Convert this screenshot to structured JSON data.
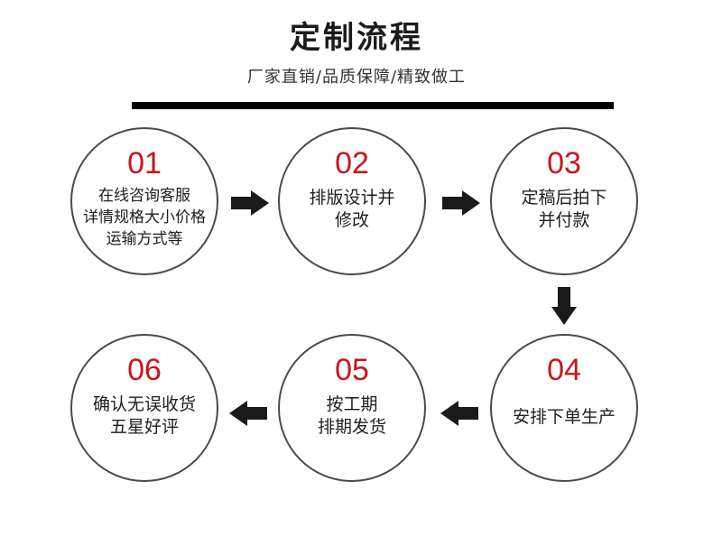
{
  "header": {
    "title": "定制流程",
    "subtitle": "厂家直销/品质保障/精致做工"
  },
  "steps": [
    {
      "number": "01",
      "text": "在线咨询客服\n详情规格大小价格\n运输方式等"
    },
    {
      "number": "02",
      "text": "排版设计并\n修改"
    },
    {
      "number": "03",
      "text": "定稿后拍下\n并付款"
    },
    {
      "number": "04",
      "text": "安排下单生产"
    },
    {
      "number": "05",
      "text": "按工期\n排期发货"
    },
    {
      "number": "06",
      "text": "确认无误收货\n五星好评"
    }
  ],
  "colors": {
    "number": "#c8161d",
    "arrow": "#1a1a1a",
    "divider": "#000000"
  },
  "arrows": [
    "right-arrow-icon",
    "right-arrow-icon",
    "down-arrow-icon",
    "left-arrow-icon",
    "left-arrow-icon"
  ]
}
